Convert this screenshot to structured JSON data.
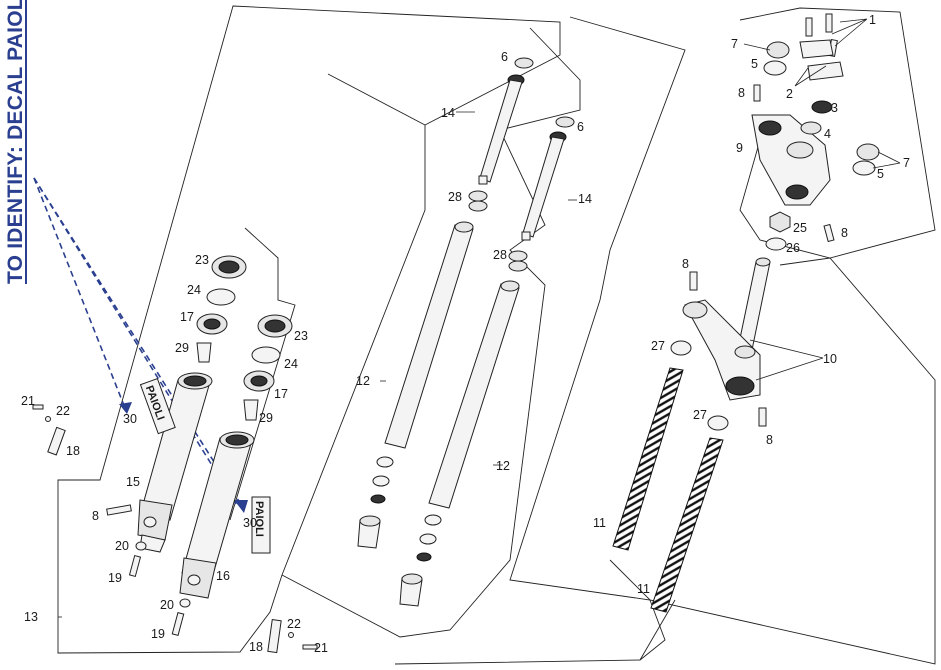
{
  "decal_note": "TO IDENTIFY: DECAL PAIOLI",
  "decal_text": "PAIOLI",
  "colors": {
    "accent": "#2a3f8f",
    "line": "#222222",
    "background": "#ffffff"
  },
  "callouts": {
    "c1": "1",
    "c2": "2",
    "c3": "3",
    "c4": "4",
    "c5a": "5",
    "c5b": "5",
    "c6a": "6",
    "c6b": "6",
    "c7a": "7",
    "c7b": "7",
    "c8a": "8",
    "c8b": "8",
    "c8c": "8",
    "c8d": "8",
    "c8e": "8",
    "c9": "9",
    "c10": "10",
    "c11a": "11",
    "c11b": "11",
    "c12a": "12",
    "c12b": "12",
    "c13": "13",
    "c14a": "14",
    "c14b": "14",
    "c15": "15",
    "c16": "16",
    "c17a": "17",
    "c17b": "17",
    "c18a": "18",
    "c18b": "18",
    "c19a": "19",
    "c19b": "19",
    "c20a": "20",
    "c20b": "20",
    "c21a": "21",
    "c21b": "21",
    "c22a": "22",
    "c22b": "22",
    "c23a": "23",
    "c23b": "23",
    "c24a": "24",
    "c24b": "24",
    "c25": "25",
    "c26": "26",
    "c27a": "27",
    "c27b": "27",
    "c28a": "28",
    "c28b": "28",
    "c29a": "29",
    "c29b": "29",
    "c30a": "30",
    "c30b": "30"
  }
}
